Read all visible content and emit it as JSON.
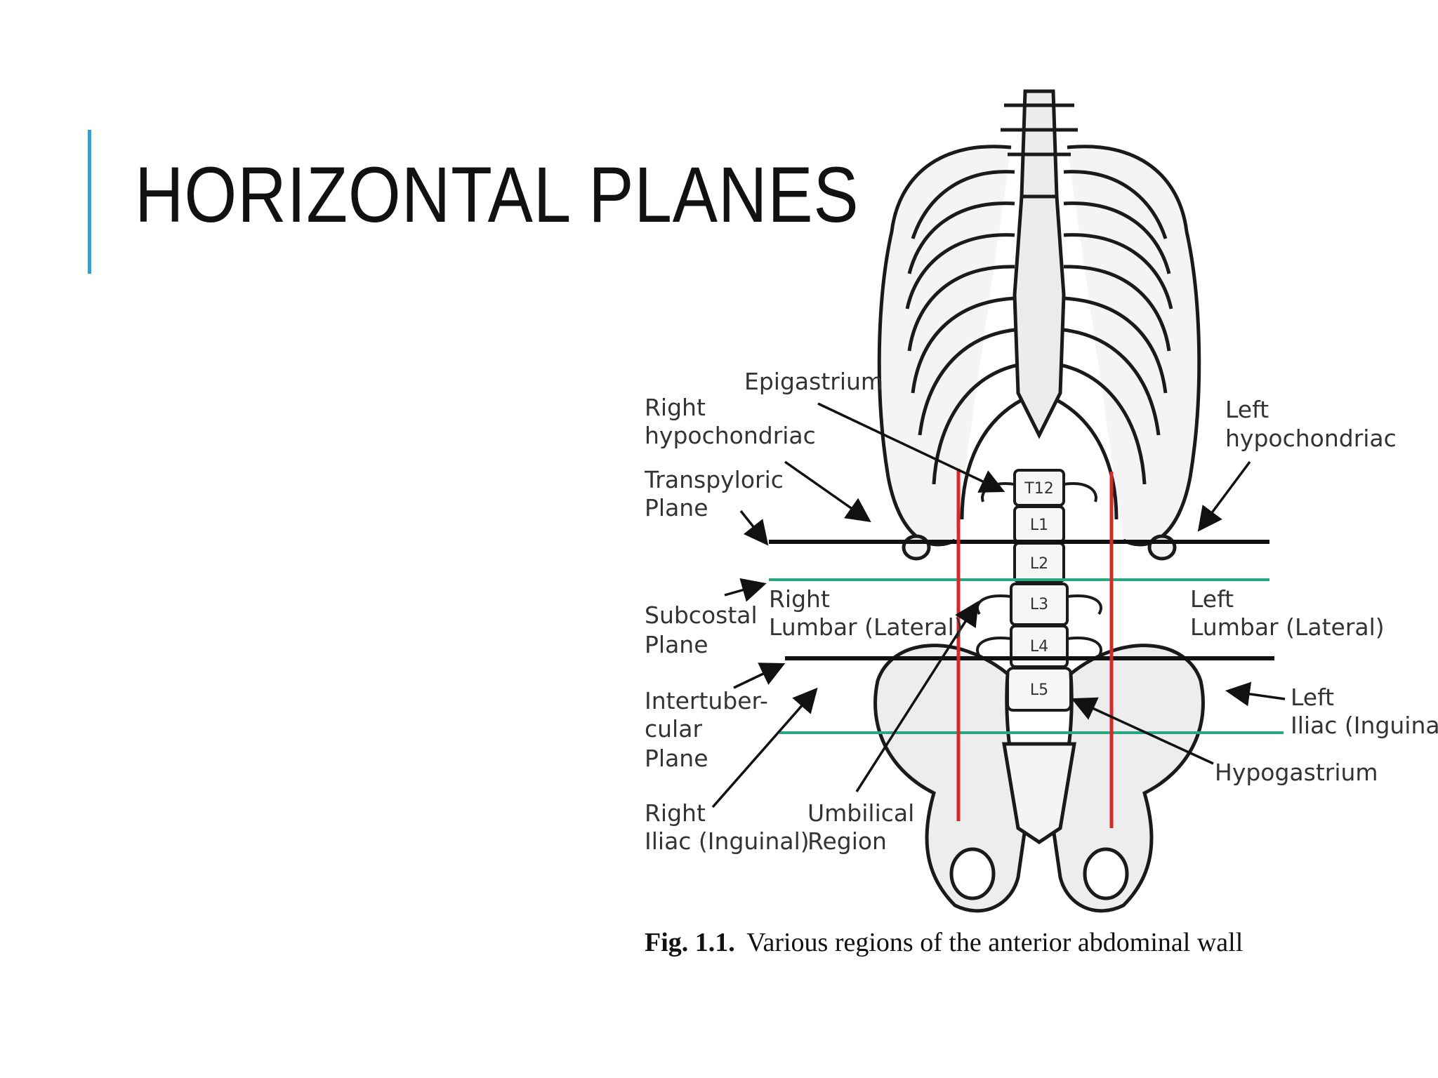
{
  "slide": {
    "title": "HORIZONTAL PLANES",
    "accent_color": "#29a3d8"
  },
  "figure": {
    "labels": {
      "epigastrium": "Epigastrium",
      "right_hypochondriac_1": "Right",
      "right_hypochondriac_2": "hypochondriac",
      "left_hypochondriac_1": "Left",
      "left_hypochondriac_2": "hypochondriac",
      "transpyloric_1": "Transpyloric",
      "transpyloric_2": "Plane",
      "subcostal_1": "Subcostal",
      "subcostal_2": "Plane",
      "right_lumbar_1": "Right",
      "right_lumbar_2": "Lumbar (Lateral)",
      "left_lumbar_1": "Left",
      "left_lumbar_2": "Lumbar (Lateral)",
      "intertubercular_1": "Intertuber-",
      "intertubercular_2": "cular",
      "intertubercular_3": "Plane",
      "left_iliac_1": "Left",
      "left_iliac_2": "Iliac (Inguinal)",
      "hypogastrium": "Hypogastrium",
      "right_iliac_1": "Right",
      "right_iliac_2": "Iliac (Inguinal)",
      "umbilical_1": "Umbilical",
      "umbilical_2": "Region"
    },
    "vertebrae": [
      "T12",
      "L1",
      "L2",
      "L3",
      "L4",
      "L5"
    ],
    "caption_prefix": "Fig. 1.1.",
    "caption_text": "Various regions of the anterior abdominal wall",
    "colors": {
      "plane_line": "#111111",
      "subcostal_line": "#2aa884",
      "vertical_line": "#d42a2a",
      "bone_fill": "#ededed",
      "bone_stroke": "#1a1a1a"
    }
  }
}
